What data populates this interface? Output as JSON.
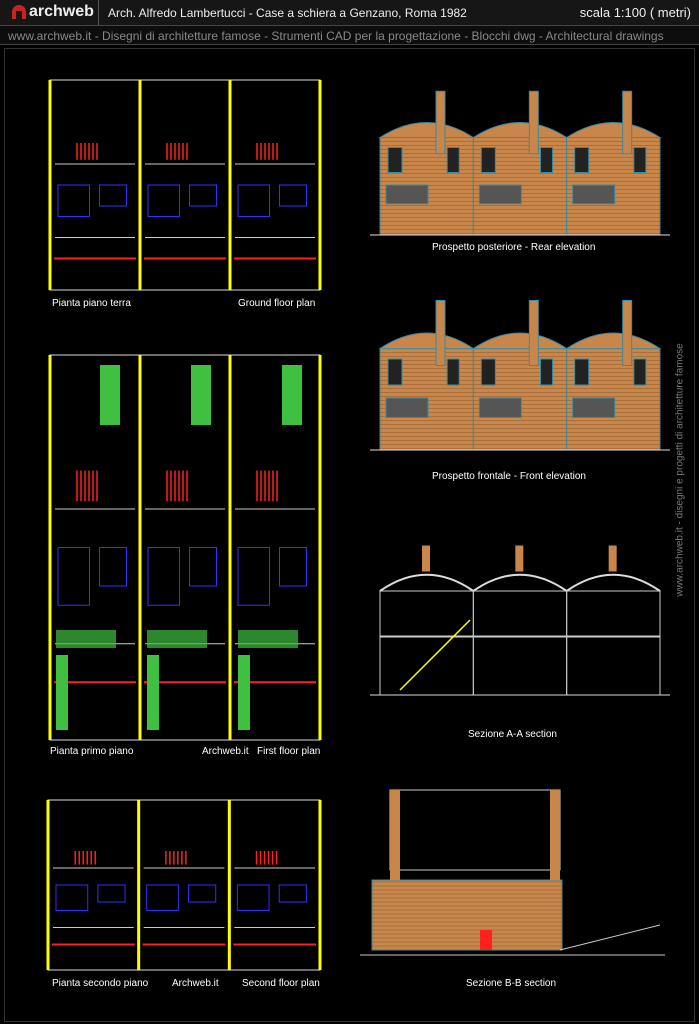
{
  "header": {
    "logo": "archweb",
    "title": "Arch. Alfredo Lambertucci - Case a schiera a Genzano, Roma 1982",
    "scale": "scala 1:100 ( metri)",
    "subtitle": "www.archweb.it -   Disegni di architetture famose - Strumenti CAD  per la progettazione - Blocchi dwg - Architectural drawings"
  },
  "drawings": {
    "ground_floor_it": "Pianta piano terra",
    "ground_floor_en": "Ground floor plan",
    "rear_elevation": "Prospetto posteriore  -  Rear elevation",
    "front_elevation": "Prospetto frontale  -   Front elevation",
    "first_floor_it": "Pianta primo piano",
    "first_floor_watermark": "Archweb.it",
    "first_floor_en": "First floor plan",
    "section_aa": "Sezione  A-A   section",
    "second_floor_it": "Pianta secondo piano",
    "second_floor_watermark": "Archweb.it",
    "second_floor_en": "Second floor plan",
    "section_bb": "Sezione  B-B   section"
  },
  "side_text": "www.archweb.it - disegni e progetti di architetture famose",
  "colors": {
    "wall": "#ffff00",
    "brick": "#c8864a",
    "trim": "#3a8aa0",
    "red": "#ff2020",
    "green": "#40c040",
    "blue": "#3030ff"
  }
}
